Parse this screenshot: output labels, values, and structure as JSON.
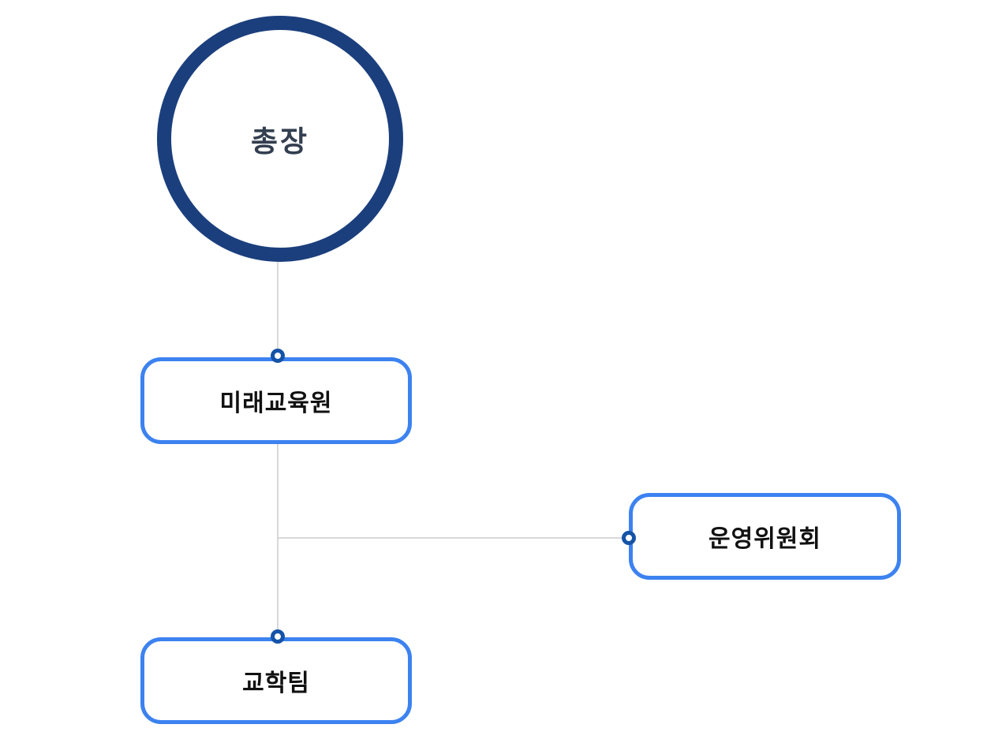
{
  "diagram": {
    "type": "org-chart",
    "nodes": {
      "chancellor": {
        "label": "총장",
        "shape": "circle"
      },
      "future_education": {
        "label": "미래교육원",
        "shape": "rounded-rect"
      },
      "steering_committee": {
        "label": "운영위원회",
        "shape": "rounded-rect"
      },
      "academic_affairs": {
        "label": "교학팀",
        "shape": "rounded-rect"
      }
    },
    "edges": [
      {
        "from": "총장",
        "to": "미래교육원"
      },
      {
        "from": "미래교육원",
        "to": "운영위원회"
      },
      {
        "from": "미래교육원",
        "to": "교학팀"
      }
    ],
    "colors": {
      "background": "#ffffff",
      "circle_border": "#1b3f7d",
      "circle_label": "#333f50",
      "box_border": "#3c82f0",
      "box_label": "#111111",
      "connector_dot": "#1553a8",
      "line": "#cccccc"
    }
  }
}
